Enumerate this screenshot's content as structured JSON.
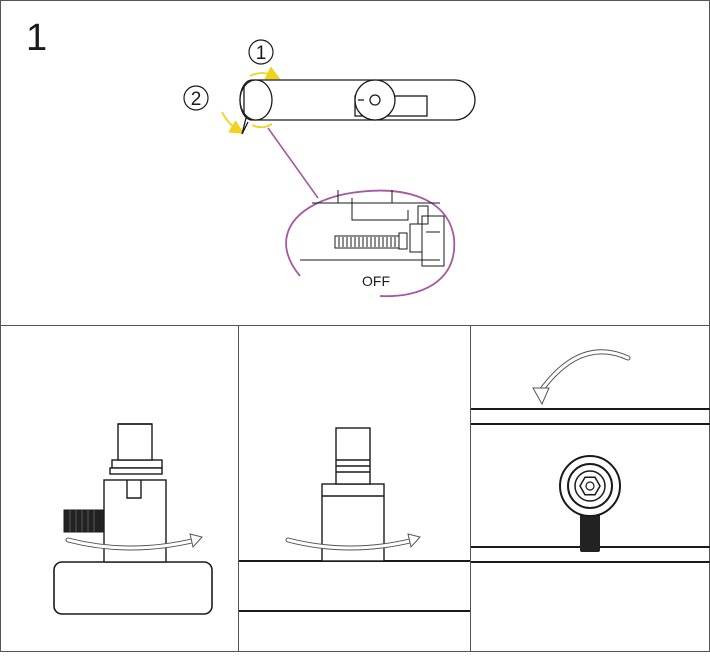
{
  "step": {
    "number": "1"
  },
  "callouts": [
    {
      "label": "1"
    },
    {
      "label": "2"
    }
  ],
  "zoom": {
    "label": "OFF"
  },
  "colors": {
    "line": "#1a1a1a",
    "frame": "#555555",
    "callout_arrow": "#f2d21a",
    "zoom_outline": "#a35aa2",
    "knob_fill": "#222222"
  }
}
